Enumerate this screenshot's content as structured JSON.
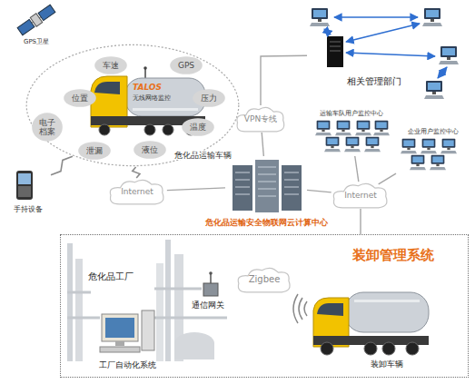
{
  "diagram": {
    "nodes": [
      {
        "text": [
          "危化品运输车辆"
        ]
      },
      {
        "text": [
          "车速"
        ],
        "in": 0
      },
      {
        "text": [
          "GPS"
        ],
        "in": 0
      },
      {
        "text": [
          "位置"
        ],
        "in": 0
      },
      {
        "text": [
          "压力"
        ],
        "in": 0
      },
      {
        "text": [
          "电子 档案"
        ],
        "in": 0
      },
      {
        "text": [
          "温度"
        ],
        "in": 0
      },
      {
        "text": [
          "泄漏"
        ],
        "in": 0
      },
      {
        "text": [
          "液位"
        ],
        "in": 0
      },
      {
        "text": [
          "手持设备"
        ]
      },
      {
        "text": [
          "Internet"
        ]
      },
      {
        "text": [
          "VPN专线"
        ]
      },
      {
        "text": [
          "相关管理部门"
        ]
      },
      {
        "text": [
          "运输车队用户监控中心"
        ]
      },
      {
        "text": [
          "企业用户监控中心"
        ]
      },
      {
        "text": [
          "危化品运输安全物联网云计算中心"
        ]
      },
      {
        "text": [
          "Internet"
        ]
      },
      {
        "text": [
          "装卸管理系统"
        ]
      },
      {
        "text": [
          "Zigbee"
        ],
        "in": 17
      }
    ],
    "edges": [
      {
        "from": 0,
        "to": 9,
        "arrow": "none"
      },
      {
        "from": 0,
        "to": 10,
        "arrow": "none"
      },
      {
        "from": 10,
        "to": 15,
        "arrow": "none"
      },
      {
        "from": 15,
        "to": 11,
        "arrow": "none"
      },
      {
        "from": 11,
        "to": 12,
        "arrow": "none"
      },
      {
        "from": 15,
        "to": 16,
        "arrow": "none"
      },
      {
        "from": 16,
        "to": 13,
        "arrow": "none"
      },
      {
        "from": 16,
        "to": 14,
        "arrow": "none"
      },
      {
        "from": 16,
        "to": 17,
        "arrow": "none"
      }
    ],
    "labels": [
      "GPS卫星",
      "TALOS",
      "无线网络监控",
      "危化品工厂",
      "通信网关",
      "工厂自动化系统",
      "装卸车辆"
    ]
  }
}
